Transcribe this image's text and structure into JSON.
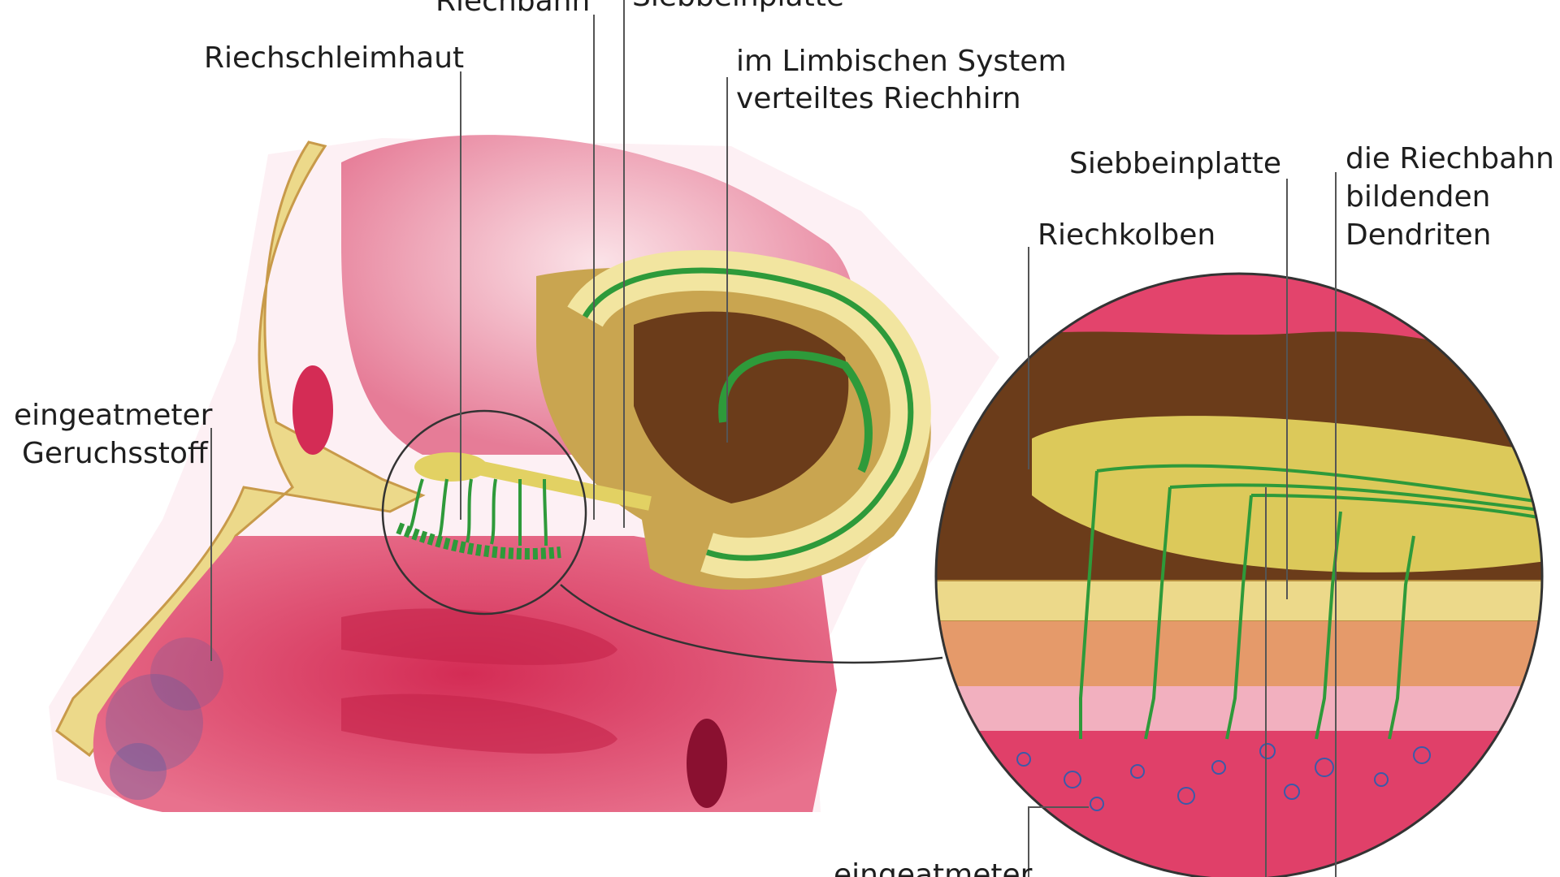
{
  "labels": {
    "riechbahn_top": "Riechbahn",
    "siebbeinplatte_top": "Siebbeinplatte",
    "riechschleimhaut": "Riechschleimhaut",
    "limbic_line1": "im Limbischen System",
    "limbic_line2": "verteiltes Riechhirn",
    "siebbeinplatte_right": "Siebbeinplatte",
    "dendriten_line1": "die Riechbahn",
    "dendriten_line2": "bildenden",
    "dendriten_line3": "Dendriten",
    "riechkolben": "Riechkolben",
    "geruchsstoff_line1": "eingeatmeter",
    "geruchsstoff_line2": "Geruchsstoff",
    "bottom_cut": "eingeatmeter"
  },
  "colors": {
    "tissue_pink": "#d9325a",
    "brain_pink": "#f3b6c4",
    "bone_yellow": "#ecd98a",
    "bulb_yellow": "#e2d163",
    "nerve_green": "#2e9a3a",
    "dark_brown": "#6b3c1a"
  }
}
